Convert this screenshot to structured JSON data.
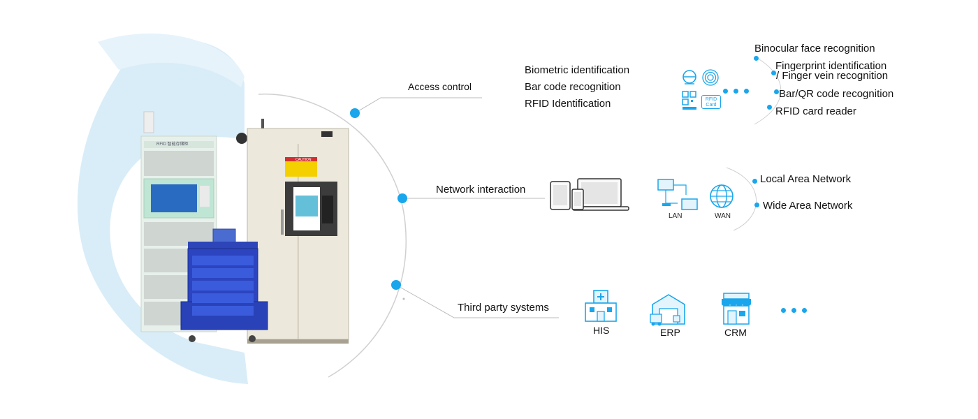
{
  "colors": {
    "accent": "#19a6ec",
    "glow": "#d9edf8",
    "line": "#bdbdbd",
    "icon": "#19a6ec"
  },
  "access": {
    "label": "Access control",
    "methods": [
      "Biometric identification",
      "Bar code recognition",
      "RFID Identification"
    ],
    "details": [
      "Binocular face recognition",
      "Fingerprint identification",
      "/ Finger vein recognition",
      "Bar/QR code recognition",
      "RFID card reader"
    ],
    "rfid_badge_line1": "RFID",
    "rfid_badge_line2": "Card"
  },
  "network": {
    "label": "Network interaction",
    "lan_label": "LAN",
    "wan_label": "WAN",
    "details": [
      "Local Area Network",
      "Wide Area Network"
    ]
  },
  "third_party": {
    "label": "Third party systems",
    "systems": [
      "HIS",
      "ERP",
      "CRM"
    ]
  },
  "devices": {
    "rfid_cabinet_header": "RFID 智能存储柜",
    "caution_label": "CAUTION"
  }
}
